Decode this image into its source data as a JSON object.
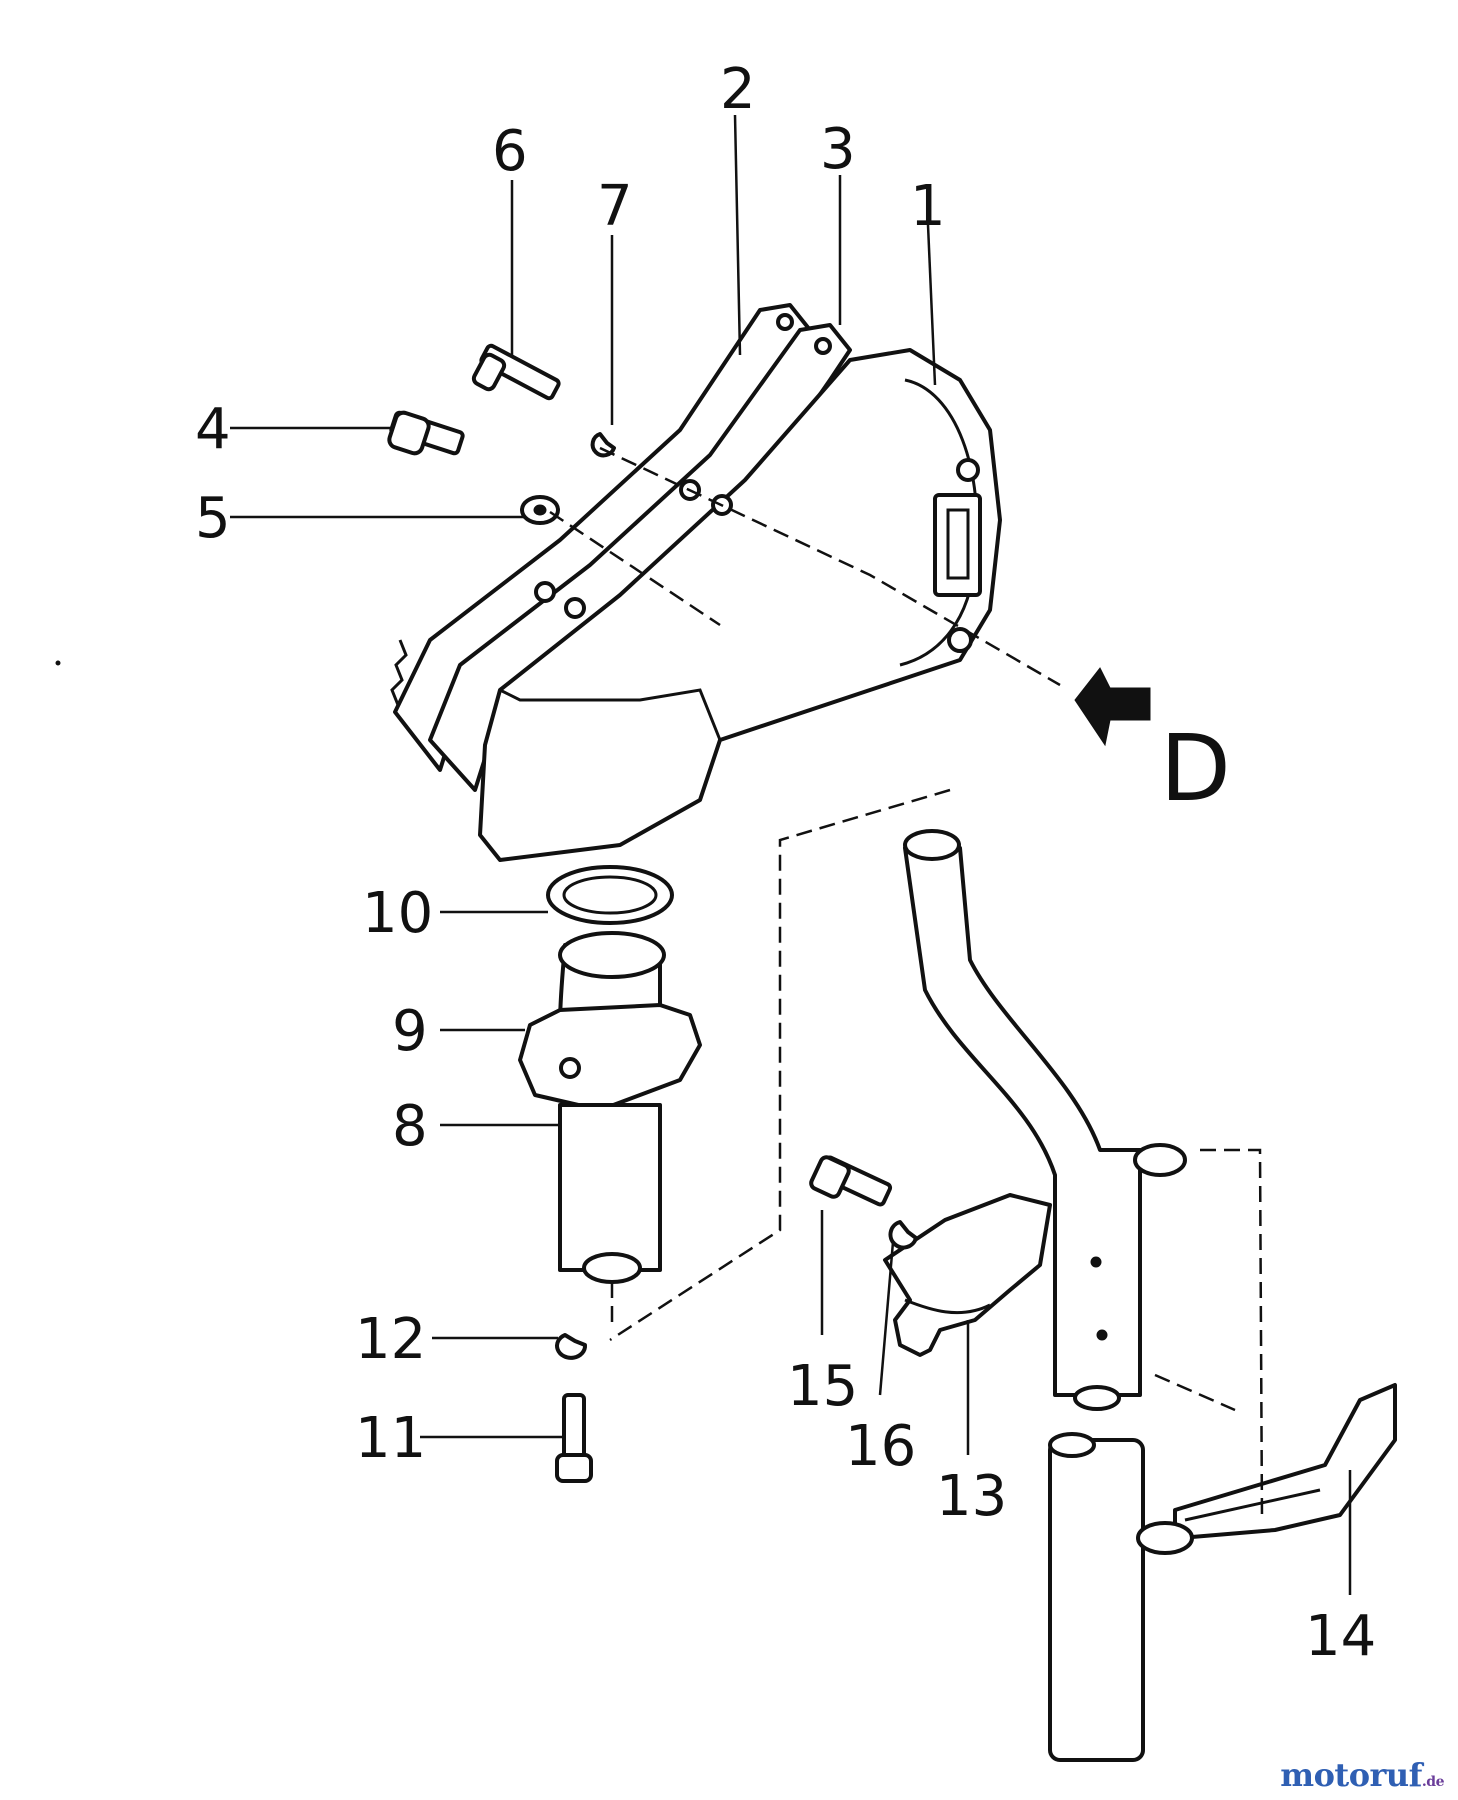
{
  "diagram": {
    "callouts": [
      "1",
      "2",
      "3",
      "4",
      "5",
      "6",
      "7",
      "8",
      "9",
      "10",
      "11",
      "12",
      "13",
      "14",
      "15",
      "16"
    ],
    "view_label": "D"
  },
  "watermark": {
    "name": "motoruf",
    "suffix": ".de",
    "colors": [
      "#2f5fb3",
      "#2e8b3a",
      "#d83b2b",
      "#f0a52a",
      "#6a3d9a"
    ]
  }
}
